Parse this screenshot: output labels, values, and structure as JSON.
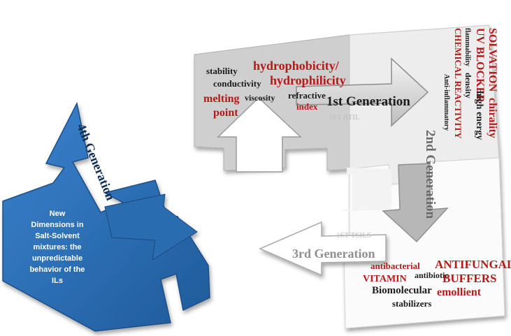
{
  "colors": {
    "red": "#b51a1a",
    "dark": "#1c1c1c",
    "blue": "#2f72b8",
    "blue_dark": "#1d4f86",
    "grey": "#c9c9c9",
    "grey_light": "#ececec",
    "white_tile": "#f7f7f7"
  },
  "gen1": {
    "title": "1st Generation",
    "sub": "1ST RTIL",
    "words": {
      "stability": "stability",
      "hydrophobicity": "hydrophobicity/",
      "conductivity": "conductivity",
      "hydrophilicity": "hydrophilicity",
      "melting": "melting",
      "viscosity": "viscosity",
      "refractive": "refractive",
      "index": "index",
      "point": "point"
    }
  },
  "gen2": {
    "title": "2nd Generation",
    "words": {
      "solvation": "SOLVATION",
      "chirality": "chirality",
      "uv_blocker": "UV BLOCKER",
      "high_energy": "high energy",
      "flammability": "flammability",
      "density": "density",
      "chemical_reactivity": "CHEMICAL REACTIVITY",
      "anti_inflammatory": "Anti-inflammatory"
    }
  },
  "gen3": {
    "title": "3rd Generation",
    "sub": "1ST TSILS",
    "words": {
      "antibacterial": "antibacterial",
      "antifungal": "ANTIFUNGAL",
      "vitamin": "VITAMIN",
      "antibiotic": "antibiotic",
      "biomolecular": "Biomolecular",
      "buffers": "BUFFERS",
      "stabilizers": "stabilizers",
      "emollient": "emollient"
    }
  },
  "gen4": {
    "title": "4th Generation",
    "description": [
      "New",
      "Dimensions in",
      "Salt-Solvent",
      "mixtures: the",
      "unpredictable",
      "behavior of the",
      "ILs"
    ]
  }
}
